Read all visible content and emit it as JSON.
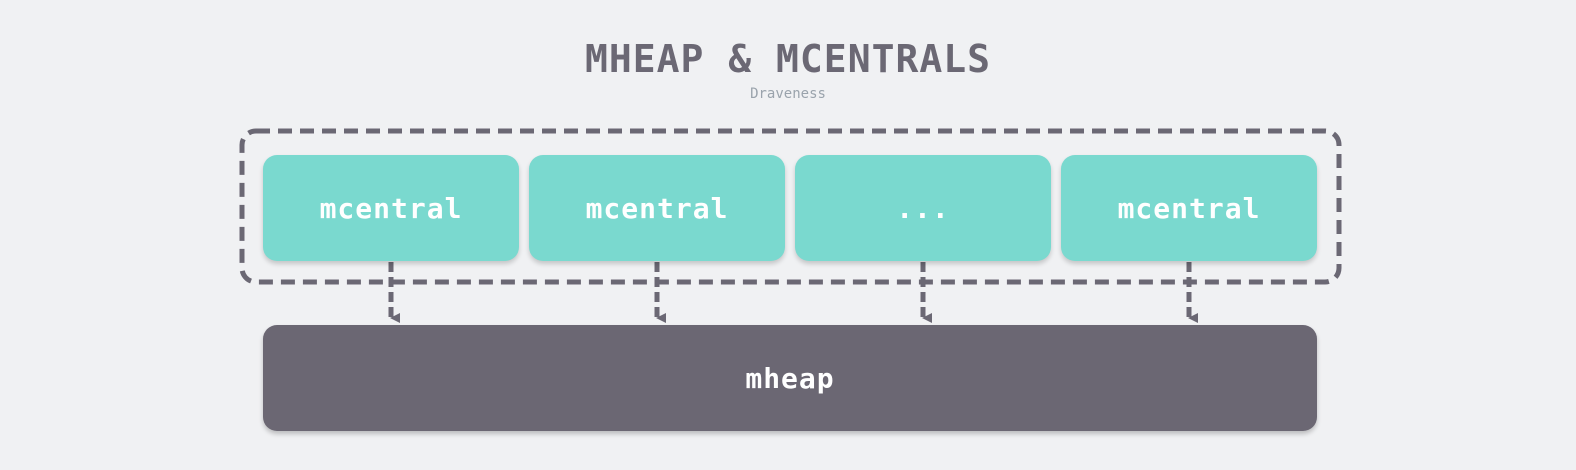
{
  "header": {
    "title": "MHEAP & MCENTRALS",
    "subtitle": "Draveness"
  },
  "mcentrals": [
    {
      "label": "mcentral"
    },
    {
      "label": "mcentral"
    },
    {
      "label": "..."
    },
    {
      "label": "mcentral"
    }
  ],
  "mheap": {
    "label": "mheap"
  },
  "colors": {
    "mcentral_fill": "#7ad9cf",
    "mheap_fill": "#6b6773",
    "dashed_stroke": "#6b6874",
    "background": "#f0f1f3"
  }
}
